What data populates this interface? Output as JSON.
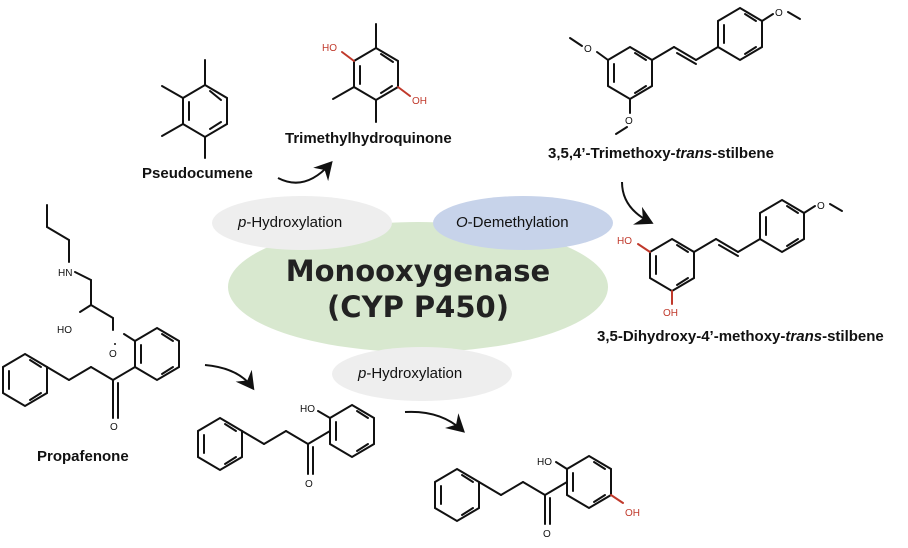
{
  "center": {
    "line1": "Monooxygenase",
    "line2": "(CYP P450)"
  },
  "reactions": {
    "p_hydroxylation_1": {
      "italic": "p",
      "rest": "-Hydroxylation"
    },
    "o_demethylation": {
      "italic": "O",
      "rest": "-Demethylation"
    },
    "p_hydroxylation_2": {
      "italic": "p",
      "rest": "-Hydroxylation"
    }
  },
  "compounds": {
    "pseudocumene": "Pseudocumene",
    "trimethylhydroquinone": "Trimethylhydroquinone",
    "trimethoxy_stilbene": {
      "pre": "3,5,4’-Trimethoxy-",
      "italic": "trans",
      "post": "-stilbene"
    },
    "dihydroxy_stilbene": {
      "pre": "3,5-Dihydroxy-4’-methoxy-",
      "italic": "trans",
      "post": "-stilbene"
    },
    "propafenone": "Propafenone"
  },
  "atoms": {
    "oh": "OH",
    "ho": "HO",
    "nh": "HN",
    "o": "O"
  },
  "colors": {
    "center_ellipse": "#d8e8cf",
    "pill_gray": "#eeeeee",
    "pill_blue": "#c7d3ea",
    "new_oh_red": "#c0392b",
    "bond": "#111111"
  }
}
